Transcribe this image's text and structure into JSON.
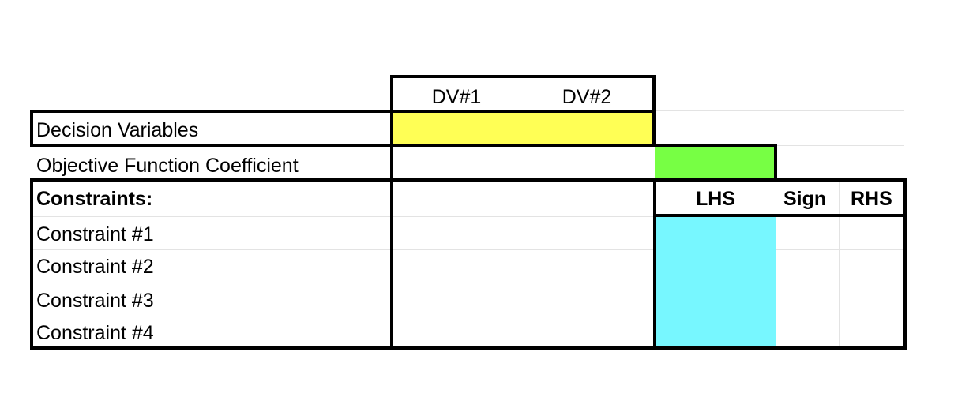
{
  "table": {
    "header_dv1": "DV#1",
    "header_dv2": "DV#2",
    "row_decision_variables": "Decision Variables",
    "row_objective": "Objective Function Coefficient",
    "row_constraints": "Constraints:",
    "header_lhs": "LHS",
    "header_sign": "Sign",
    "header_rhs": "RHS",
    "constraints": [
      "Constraint #1",
      "Constraint #2",
      "Constraint #3",
      "Constraint #4"
    ]
  },
  "colors": {
    "decision_variables_fill": "#ffff55",
    "objective_value_fill": "#77ff44",
    "lhs_fill": "#77f7ff"
  }
}
